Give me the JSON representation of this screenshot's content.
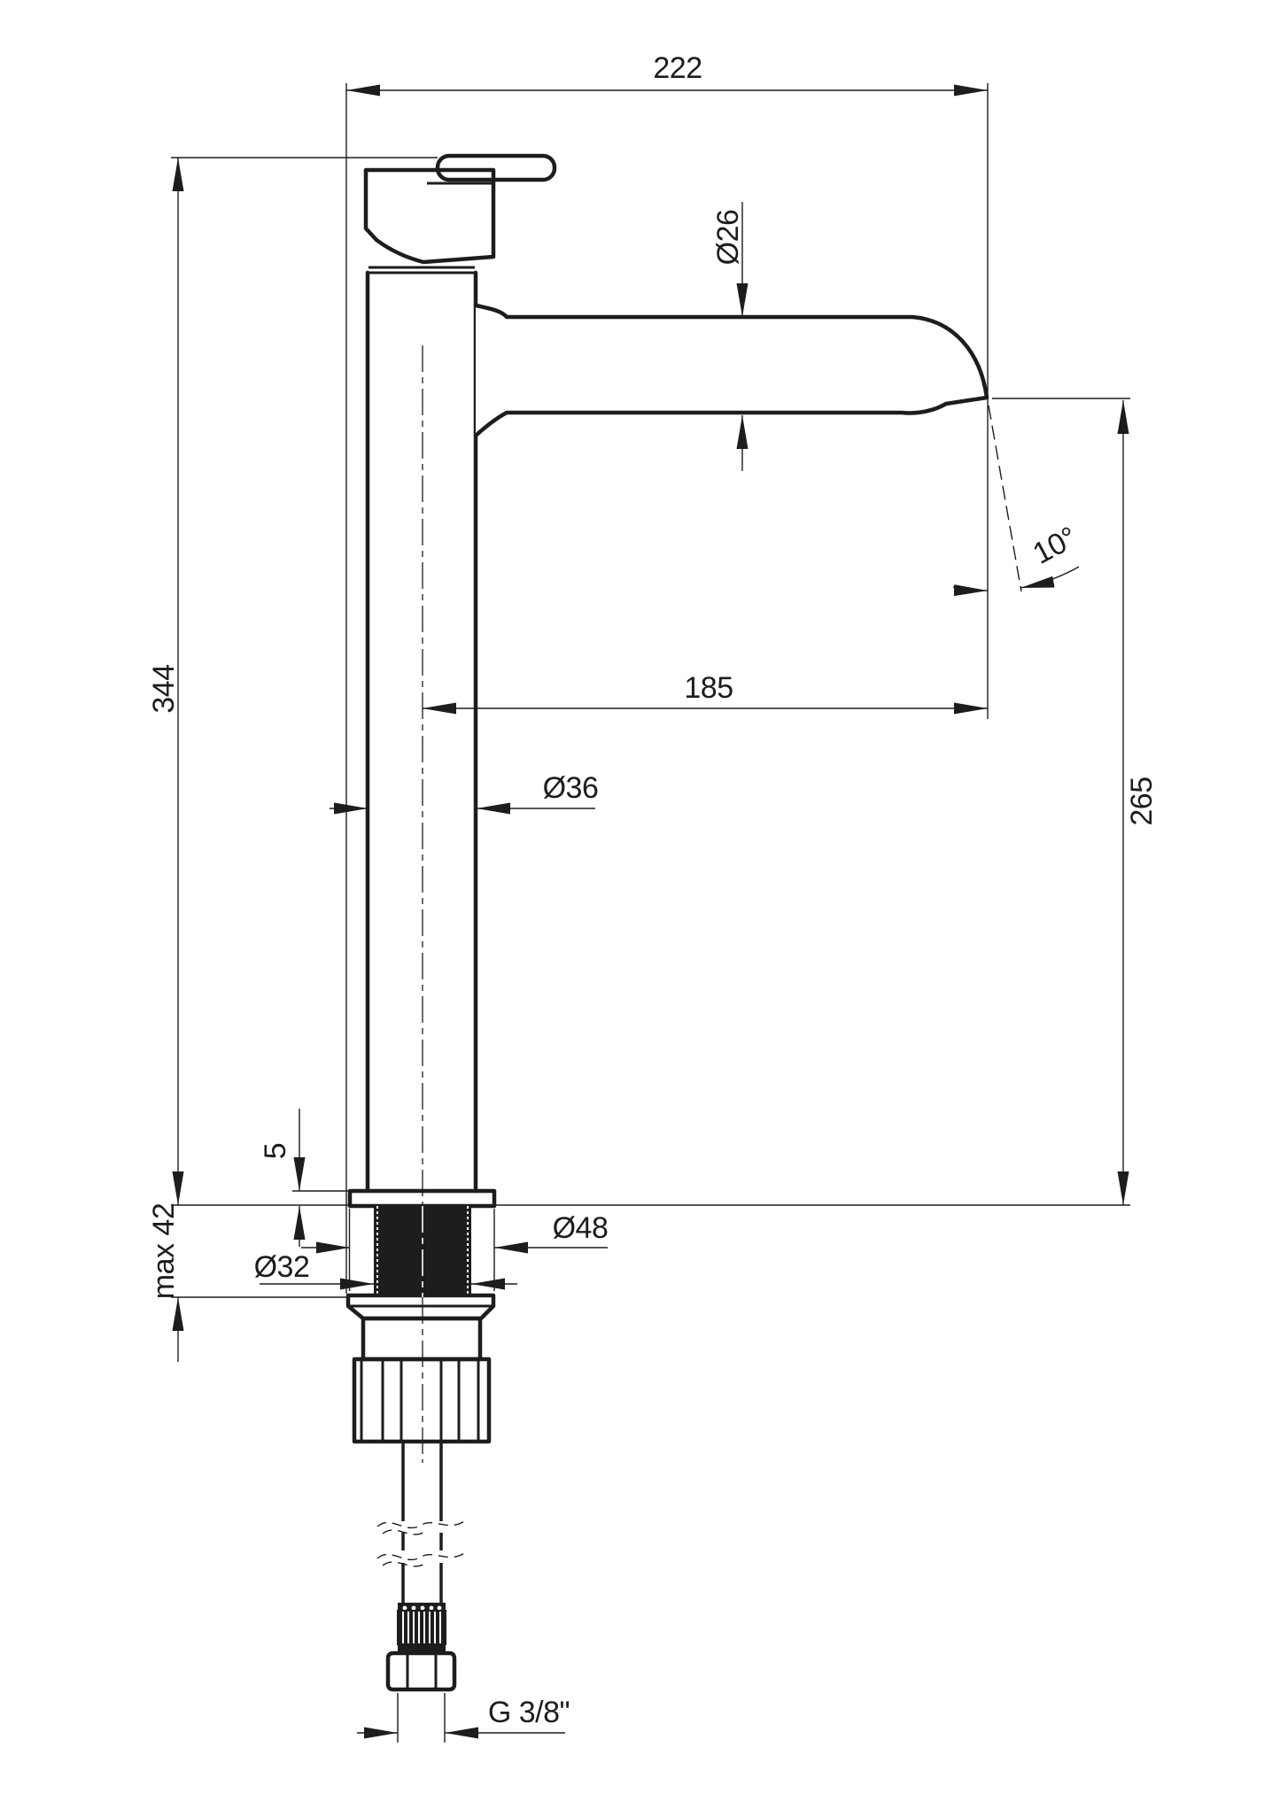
{
  "page": {
    "background": "#ffffff",
    "line_color": "#1d1d1b"
  },
  "drawing": {
    "dimensions": {
      "total_width": "222",
      "spout_diameter": "Ø26",
      "total_height": "344",
      "spout_reach": "185",
      "outlet_angle": "10°",
      "body_diameter": "Ø36",
      "outlet_height": "265",
      "base_plate_thickness": "5",
      "max_mounting_thickness": "max 42",
      "shank_diameter": "Ø32",
      "flange_diameter": "Ø48",
      "connection_thread": "G 3/8\""
    }
  }
}
